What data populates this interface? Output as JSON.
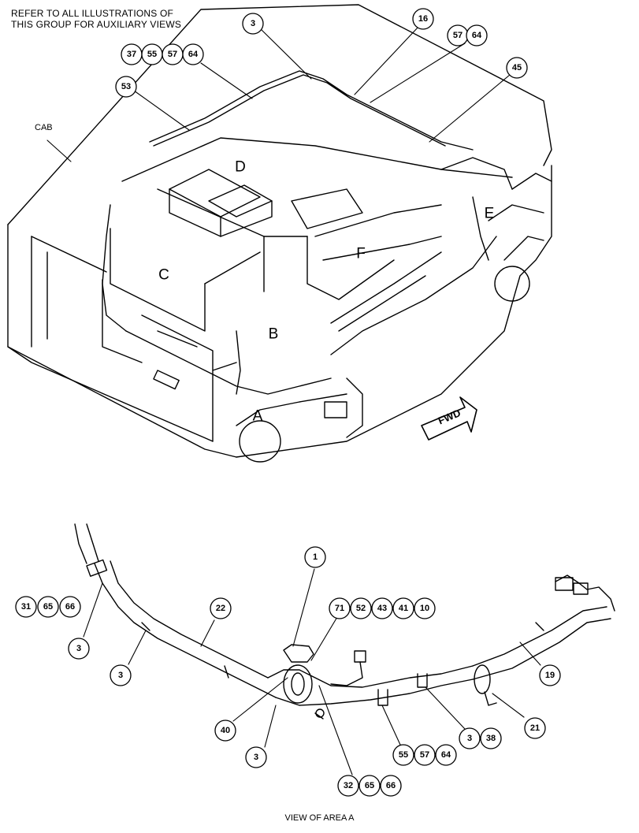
{
  "header": {
    "line1": "REFER TO ALL ILLUSTRATIONS OF",
    "line2": "THIS GROUP FOR AUXILIARY VIEWS"
  },
  "labels": {
    "cab": "CAB",
    "fwd": "FWD"
  },
  "areas": [
    "D",
    "C",
    "F",
    "E",
    "B",
    "A"
  ],
  "callouts": [
    "3",
    "16",
    "57",
    "64",
    "37",
    "55",
    "57",
    "64",
    "53",
    "45",
    "31",
    "65",
    "66",
    "3",
    "3",
    "22",
    "1",
    "71",
    "52",
    "43",
    "41",
    "10",
    "19",
    "40",
    "3",
    "21",
    "3",
    "38",
    "55",
    "57",
    "64",
    "32",
    "65",
    "66"
  ],
  "caption": "VIEW OF AREA A"
}
